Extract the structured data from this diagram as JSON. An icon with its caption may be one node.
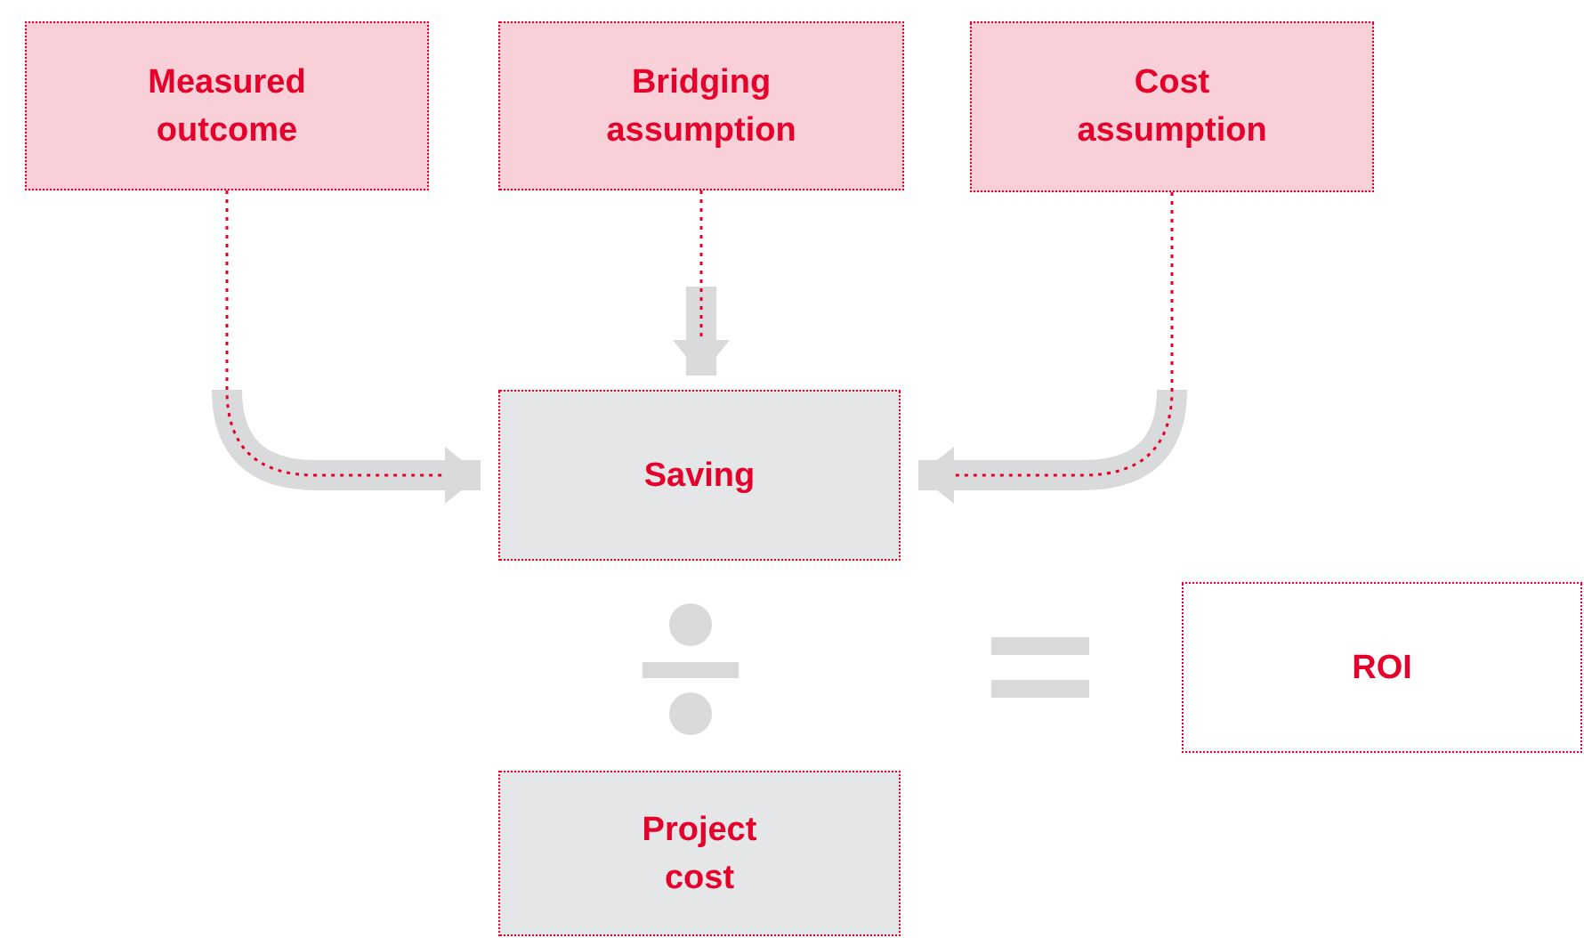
{
  "diagram": {
    "nodes": [
      {
        "text": [
          "Measured outcome"
        ]
      },
      {
        "text": [
          "Bridging assumption"
        ]
      },
      {
        "text": [
          "Cost assumption"
        ]
      },
      {
        "text": [
          "Saving"
        ]
      },
      {
        "text": [
          "Project cost"
        ]
      },
      {
        "text": [
          "ROI"
        ]
      }
    ],
    "edges": [
      {
        "from": 0,
        "to": 3,
        "arrow": "to",
        "style": "dashed"
      },
      {
        "from": 1,
        "to": 3,
        "arrow": "to",
        "style": "dashed"
      },
      {
        "from": 2,
        "to": 3,
        "arrow": "to",
        "style": "dashed"
      }
    ]
  }
}
